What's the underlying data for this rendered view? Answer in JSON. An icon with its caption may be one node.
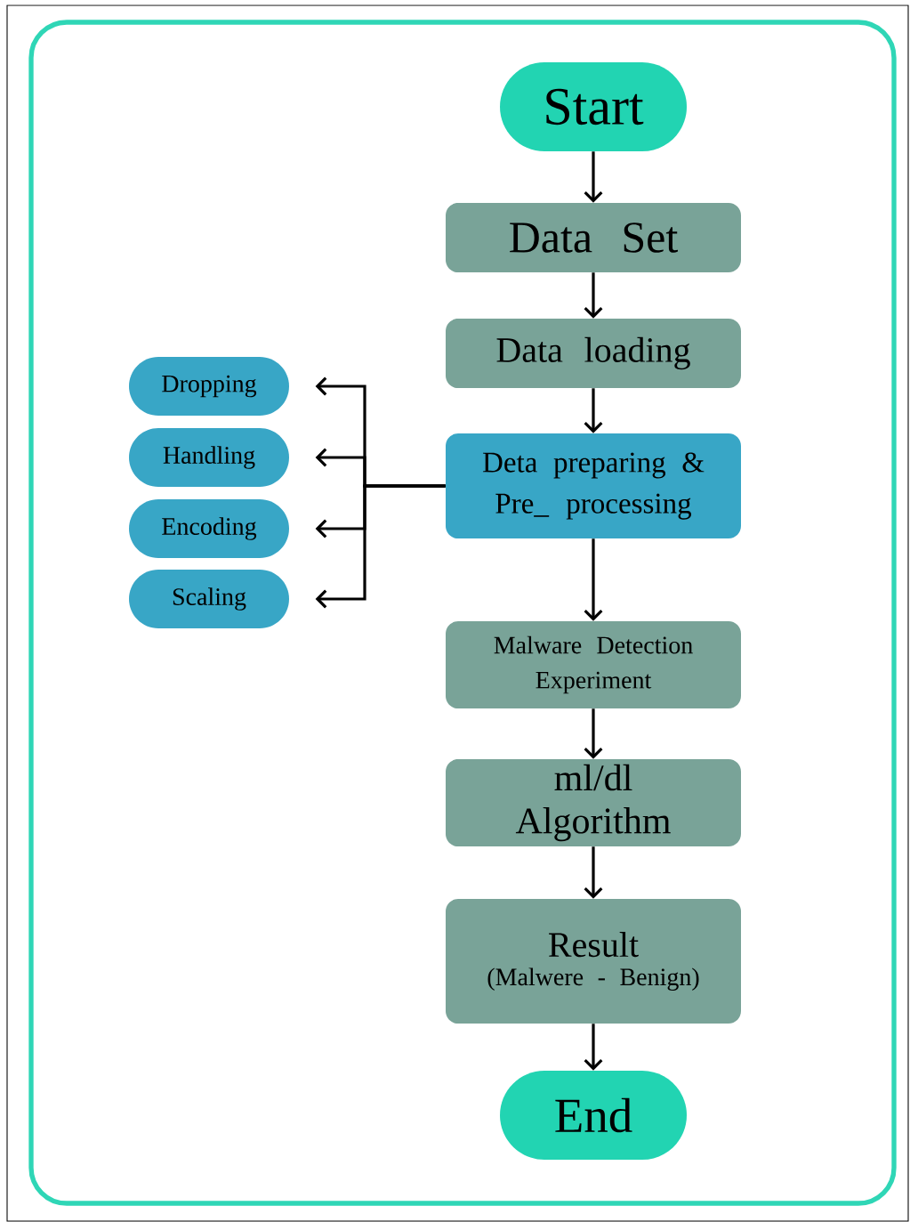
{
  "diagram": {
    "nodes": [
      {
        "text": [
          "Start"
        ]
      },
      {
        "text": [
          "Data Set"
        ]
      },
      {
        "text": [
          "Data loading"
        ]
      },
      {
        "text": [
          "Deta preparing & Pre_ processing"
        ]
      },
      {
        "text": [
          "Dropping"
        ]
      },
      {
        "text": [
          "Handling"
        ]
      },
      {
        "text": [
          "Encoding"
        ]
      },
      {
        "text": [
          "Scaling"
        ]
      },
      {
        "text": [
          "Malware Detection Experiment"
        ]
      },
      {
        "text": [
          "ml/dl Algorithm"
        ]
      },
      {
        "text": [
          "Result",
          "(Malwere - Benign)"
        ]
      },
      {
        "text": [
          "End"
        ]
      }
    ],
    "edges": [
      {
        "from": 0,
        "to": 1,
        "arrow": "to"
      },
      {
        "from": 1,
        "to": 2,
        "arrow": "to"
      },
      {
        "from": 2,
        "to": 3,
        "arrow": "to"
      },
      {
        "from": 3,
        "to": 4,
        "arrow": "to"
      },
      {
        "from": 3,
        "to": 5,
        "arrow": "to"
      },
      {
        "from": 3,
        "to": 6,
        "arrow": "to"
      },
      {
        "from": 3,
        "to": 7,
        "arrow": "to"
      },
      {
        "from": 3,
        "to": 8,
        "arrow": "to"
      },
      {
        "from": 8,
        "to": 9,
        "arrow": "to"
      },
      {
        "from": 9,
        "to": 10,
        "arrow": "to"
      },
      {
        "from": 10,
        "to": 11,
        "arrow": "to"
      }
    ]
  }
}
